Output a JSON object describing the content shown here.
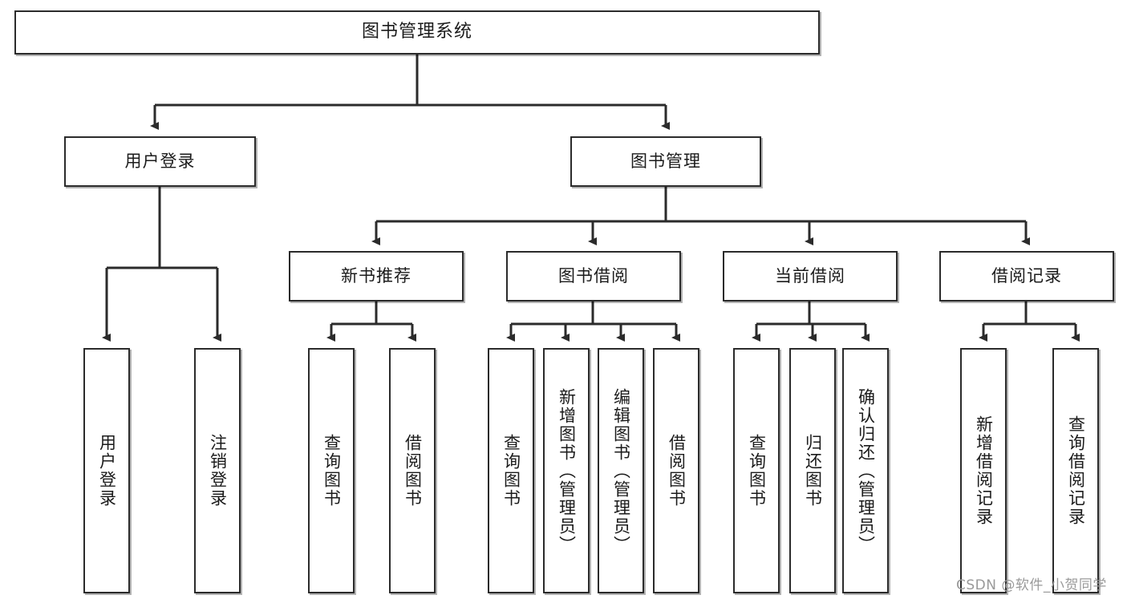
{
  "diagram": {
    "type": "tree-hierarchy",
    "title": "图书管理系统",
    "watermark": "CSDN @软件_小贺同学",
    "colors": {
      "box_border": "#2b2b2b",
      "box_fill": "#ffffff",
      "edge": "#2b2b2b",
      "text": "#1b1b1b",
      "watermark": "#9a9a9a"
    },
    "nodes": {
      "root": {
        "label": "图书管理系统"
      },
      "level2": [
        {
          "id": "user-login",
          "label": "用户登录"
        },
        {
          "id": "book-manage",
          "label": "图书管理"
        }
      ],
      "level3": [
        {
          "id": "new-book-recommend",
          "label": "新书推荐"
        },
        {
          "id": "book-borrow",
          "label": "图书借阅"
        },
        {
          "id": "current-borrow",
          "label": "当前借阅"
        },
        {
          "id": "borrow-record",
          "label": "借阅记录"
        }
      ],
      "leaves": {
        "user-login": [
          {
            "id": "leaf-user-login",
            "label": "用户登录"
          },
          {
            "id": "leaf-user-logout",
            "label": "注销登录"
          }
        ],
        "new-book-recommend": [
          {
            "id": "leaf-query-book-1",
            "label": "查询图书"
          },
          {
            "id": "leaf-borrow-book-1",
            "label": "借阅图书"
          }
        ],
        "book-borrow": [
          {
            "id": "leaf-query-book-2",
            "label": "查询图书"
          },
          {
            "id": "leaf-add-book",
            "label": "新增图书（管理员）"
          },
          {
            "id": "leaf-edit-book",
            "label": "编辑图书（管理员）"
          },
          {
            "id": "leaf-borrow-book-2",
            "label": "借阅图书"
          }
        ],
        "current-borrow": [
          {
            "id": "leaf-query-book-3",
            "label": "查询图书"
          },
          {
            "id": "leaf-return-book",
            "label": "归还图书"
          },
          {
            "id": "leaf-confirm-return",
            "label": "确认归还（管理员）"
          }
        ],
        "borrow-record": [
          {
            "id": "leaf-add-record",
            "label": "新增借阅记录"
          },
          {
            "id": "leaf-query-record",
            "label": "查询借阅记录"
          }
        ]
      }
    }
  }
}
